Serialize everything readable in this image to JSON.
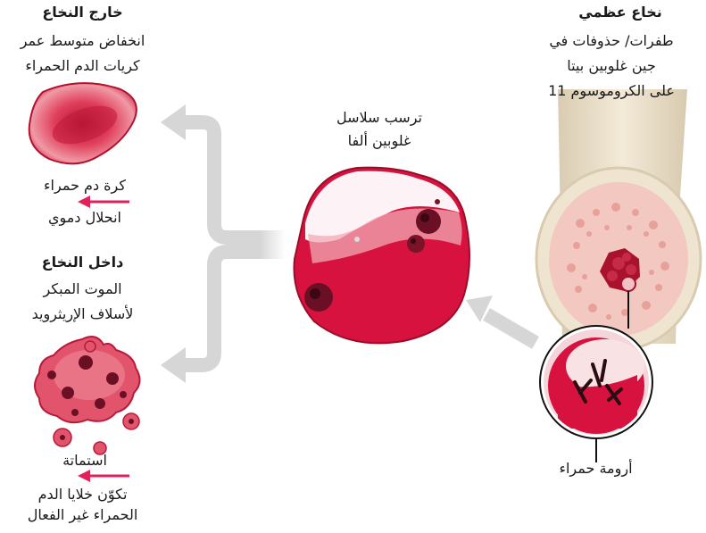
{
  "bone_marrow": {
    "title": "نخاع عظمي",
    "line1": "طفرات/ حذوفات في",
    "line2": "جين غلوبين بيتا",
    "line3": "على الكروموسوم 11"
  },
  "center": {
    "line1": "ترسب سلاسل",
    "line2": "غلوبين ألفا"
  },
  "outside_marrow": {
    "title": "خارج النخاع",
    "line1": "انخفاض متوسط عمر",
    "line2": "كريات الدم الحمراء",
    "cell_label": "كرة دم حمراء",
    "process_label": "انحلال دموي"
  },
  "inside_marrow": {
    "title": "داخل النخاع",
    "line1": "الموت المبكر",
    "line2": "لأسلاف الإريثرويد",
    "cell_label": "استماتة",
    "process_line1": "تكوّن خلايا الدم",
    "process_line2": "الحمراء غير الفعال"
  },
  "erythroblast_label": "أرومة حمراء",
  "colors": {
    "cell_red": "#d8123e",
    "arrow_gray": "#d2d2d2",
    "arrow_pink": "#e0215a",
    "bone": "#eadfc9"
  }
}
